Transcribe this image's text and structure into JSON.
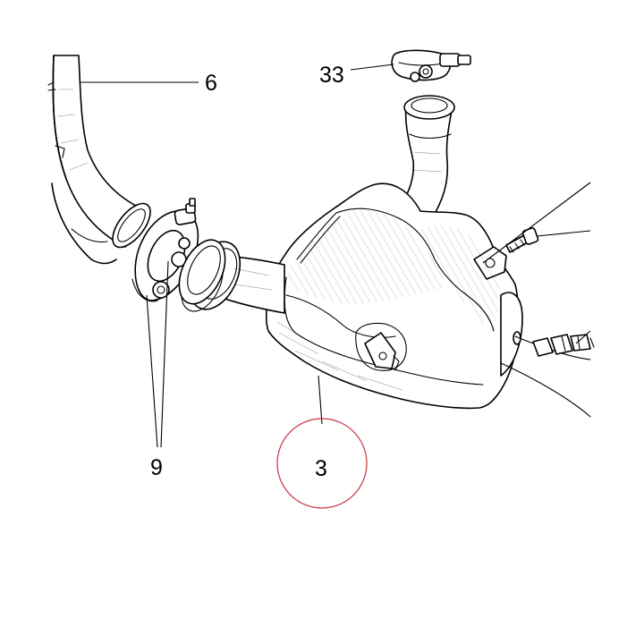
{
  "callouts": {
    "part_6": "6",
    "part_33": "33",
    "part_9": "9",
    "part_3": "3"
  },
  "colors": {
    "line": "#000000",
    "background": "#ffffff",
    "highlight_circle": "#cc3344"
  },
  "highlighted_part": "3"
}
